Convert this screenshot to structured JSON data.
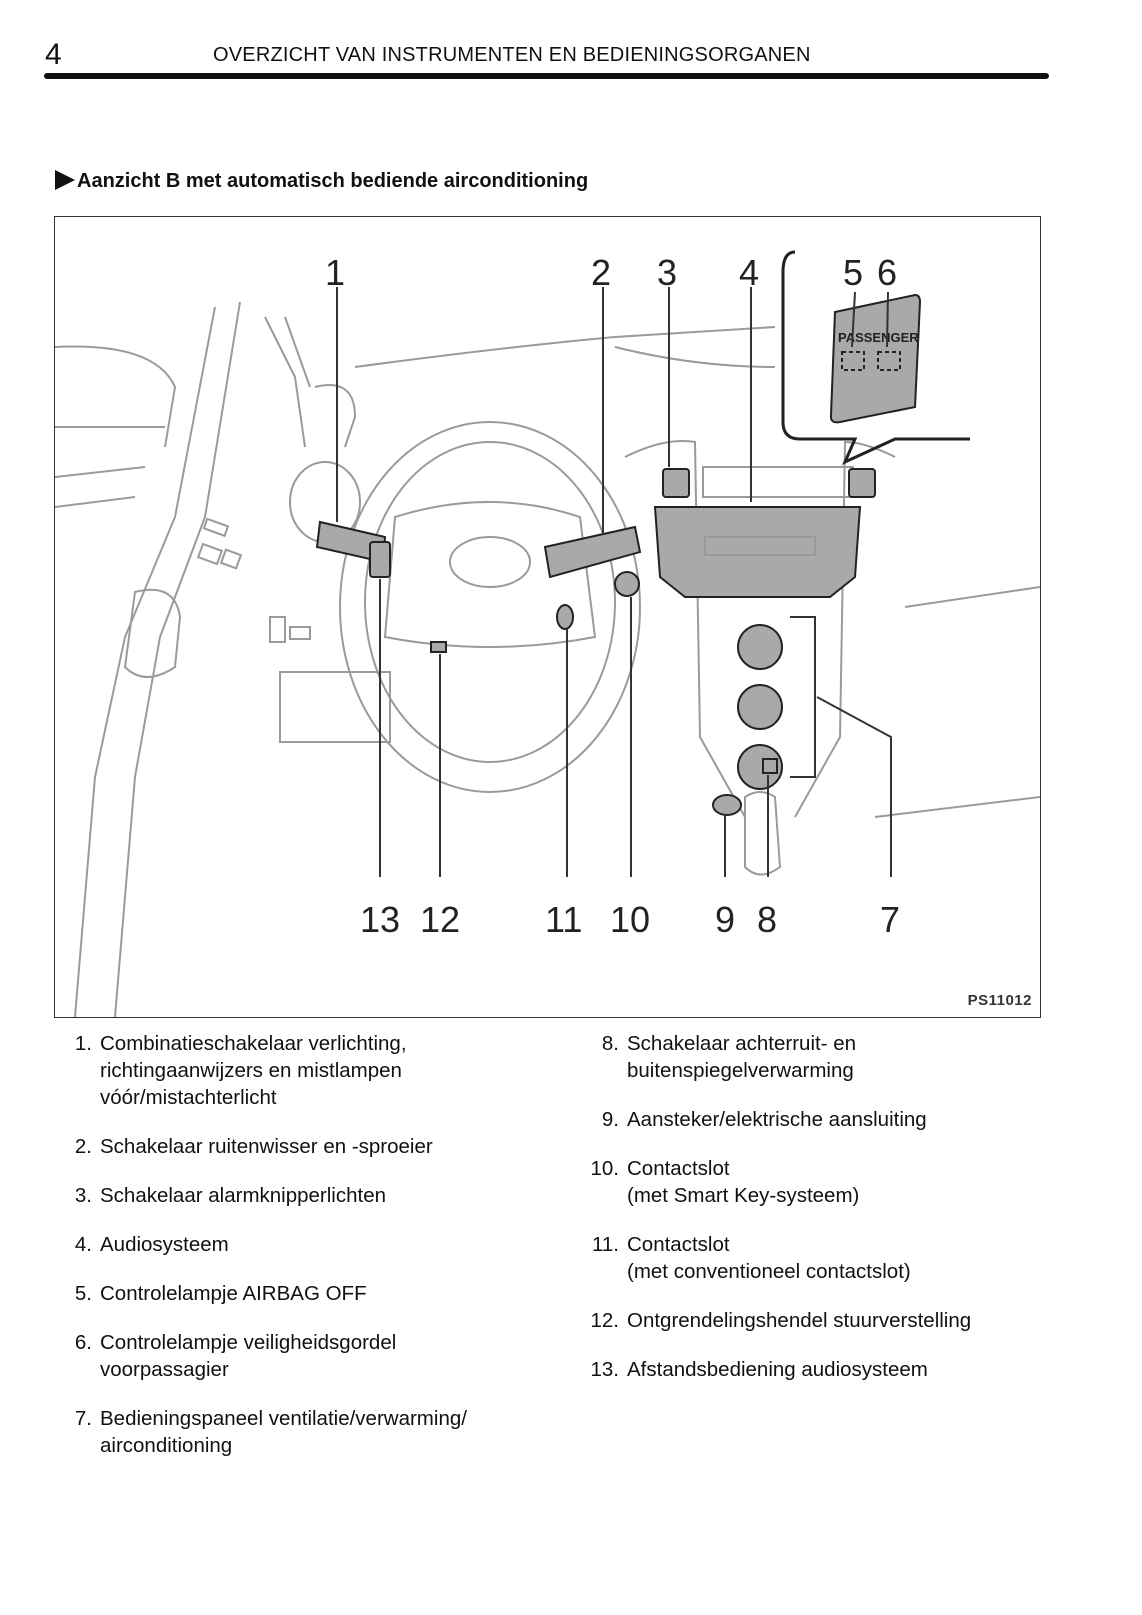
{
  "header": {
    "page_number": "4",
    "running_title": "OVERZICHT VAN INSTRUMENTEN EN BEDIENINGSORGANEN"
  },
  "section": {
    "heading": "Aanzicht B met automatisch bediende airconditioning",
    "heading_icon": "triangle-right-icon"
  },
  "figure": {
    "code": "PS11012",
    "inset_label": "PASSENGER",
    "callouts": [
      "1",
      "2",
      "3",
      "4",
      "5",
      "6",
      "7",
      "8",
      "9",
      "10",
      "11",
      "12",
      "13"
    ]
  },
  "legend": {
    "left": [
      {
        "num": "1.",
        "text": "Combinatieschakelaar verlichting,\nrichtingaanwijzers en mistlampen\nvóór/mistachterlicht"
      },
      {
        "num": "2.",
        "text": "Schakelaar ruitenwisser en -sproeier"
      },
      {
        "num": "3.",
        "text": "Schakelaar alarmknipperlichten"
      },
      {
        "num": "4.",
        "text": "Audiosysteem"
      },
      {
        "num": "5.",
        "text": "Controlelampje AIRBAG OFF"
      },
      {
        "num": "6.",
        "text": "Controlelampje veiligheidsgordel\nvoorpassagier"
      },
      {
        "num": "7.",
        "text": "Bedieningspaneel ventilatie/verwarming/\nairconditioning"
      }
    ],
    "right": [
      {
        "num": "8.",
        "text": "Schakelaar achterruit- en\nbuitenspiegelverwarming"
      },
      {
        "num": "9.",
        "text": "Aansteker/elektrische aansluiting"
      },
      {
        "num": "10.",
        "text": "Contactslot\n(met Smart Key-systeem)"
      },
      {
        "num": "11.",
        "text": "Contactslot\n(met conventioneel contactslot)"
      },
      {
        "num": "12.",
        "text": "Ontgrendelingshendel stuurverstelling"
      },
      {
        "num": "13.",
        "text": "Afstandsbediening audiosysteem"
      }
    ]
  }
}
